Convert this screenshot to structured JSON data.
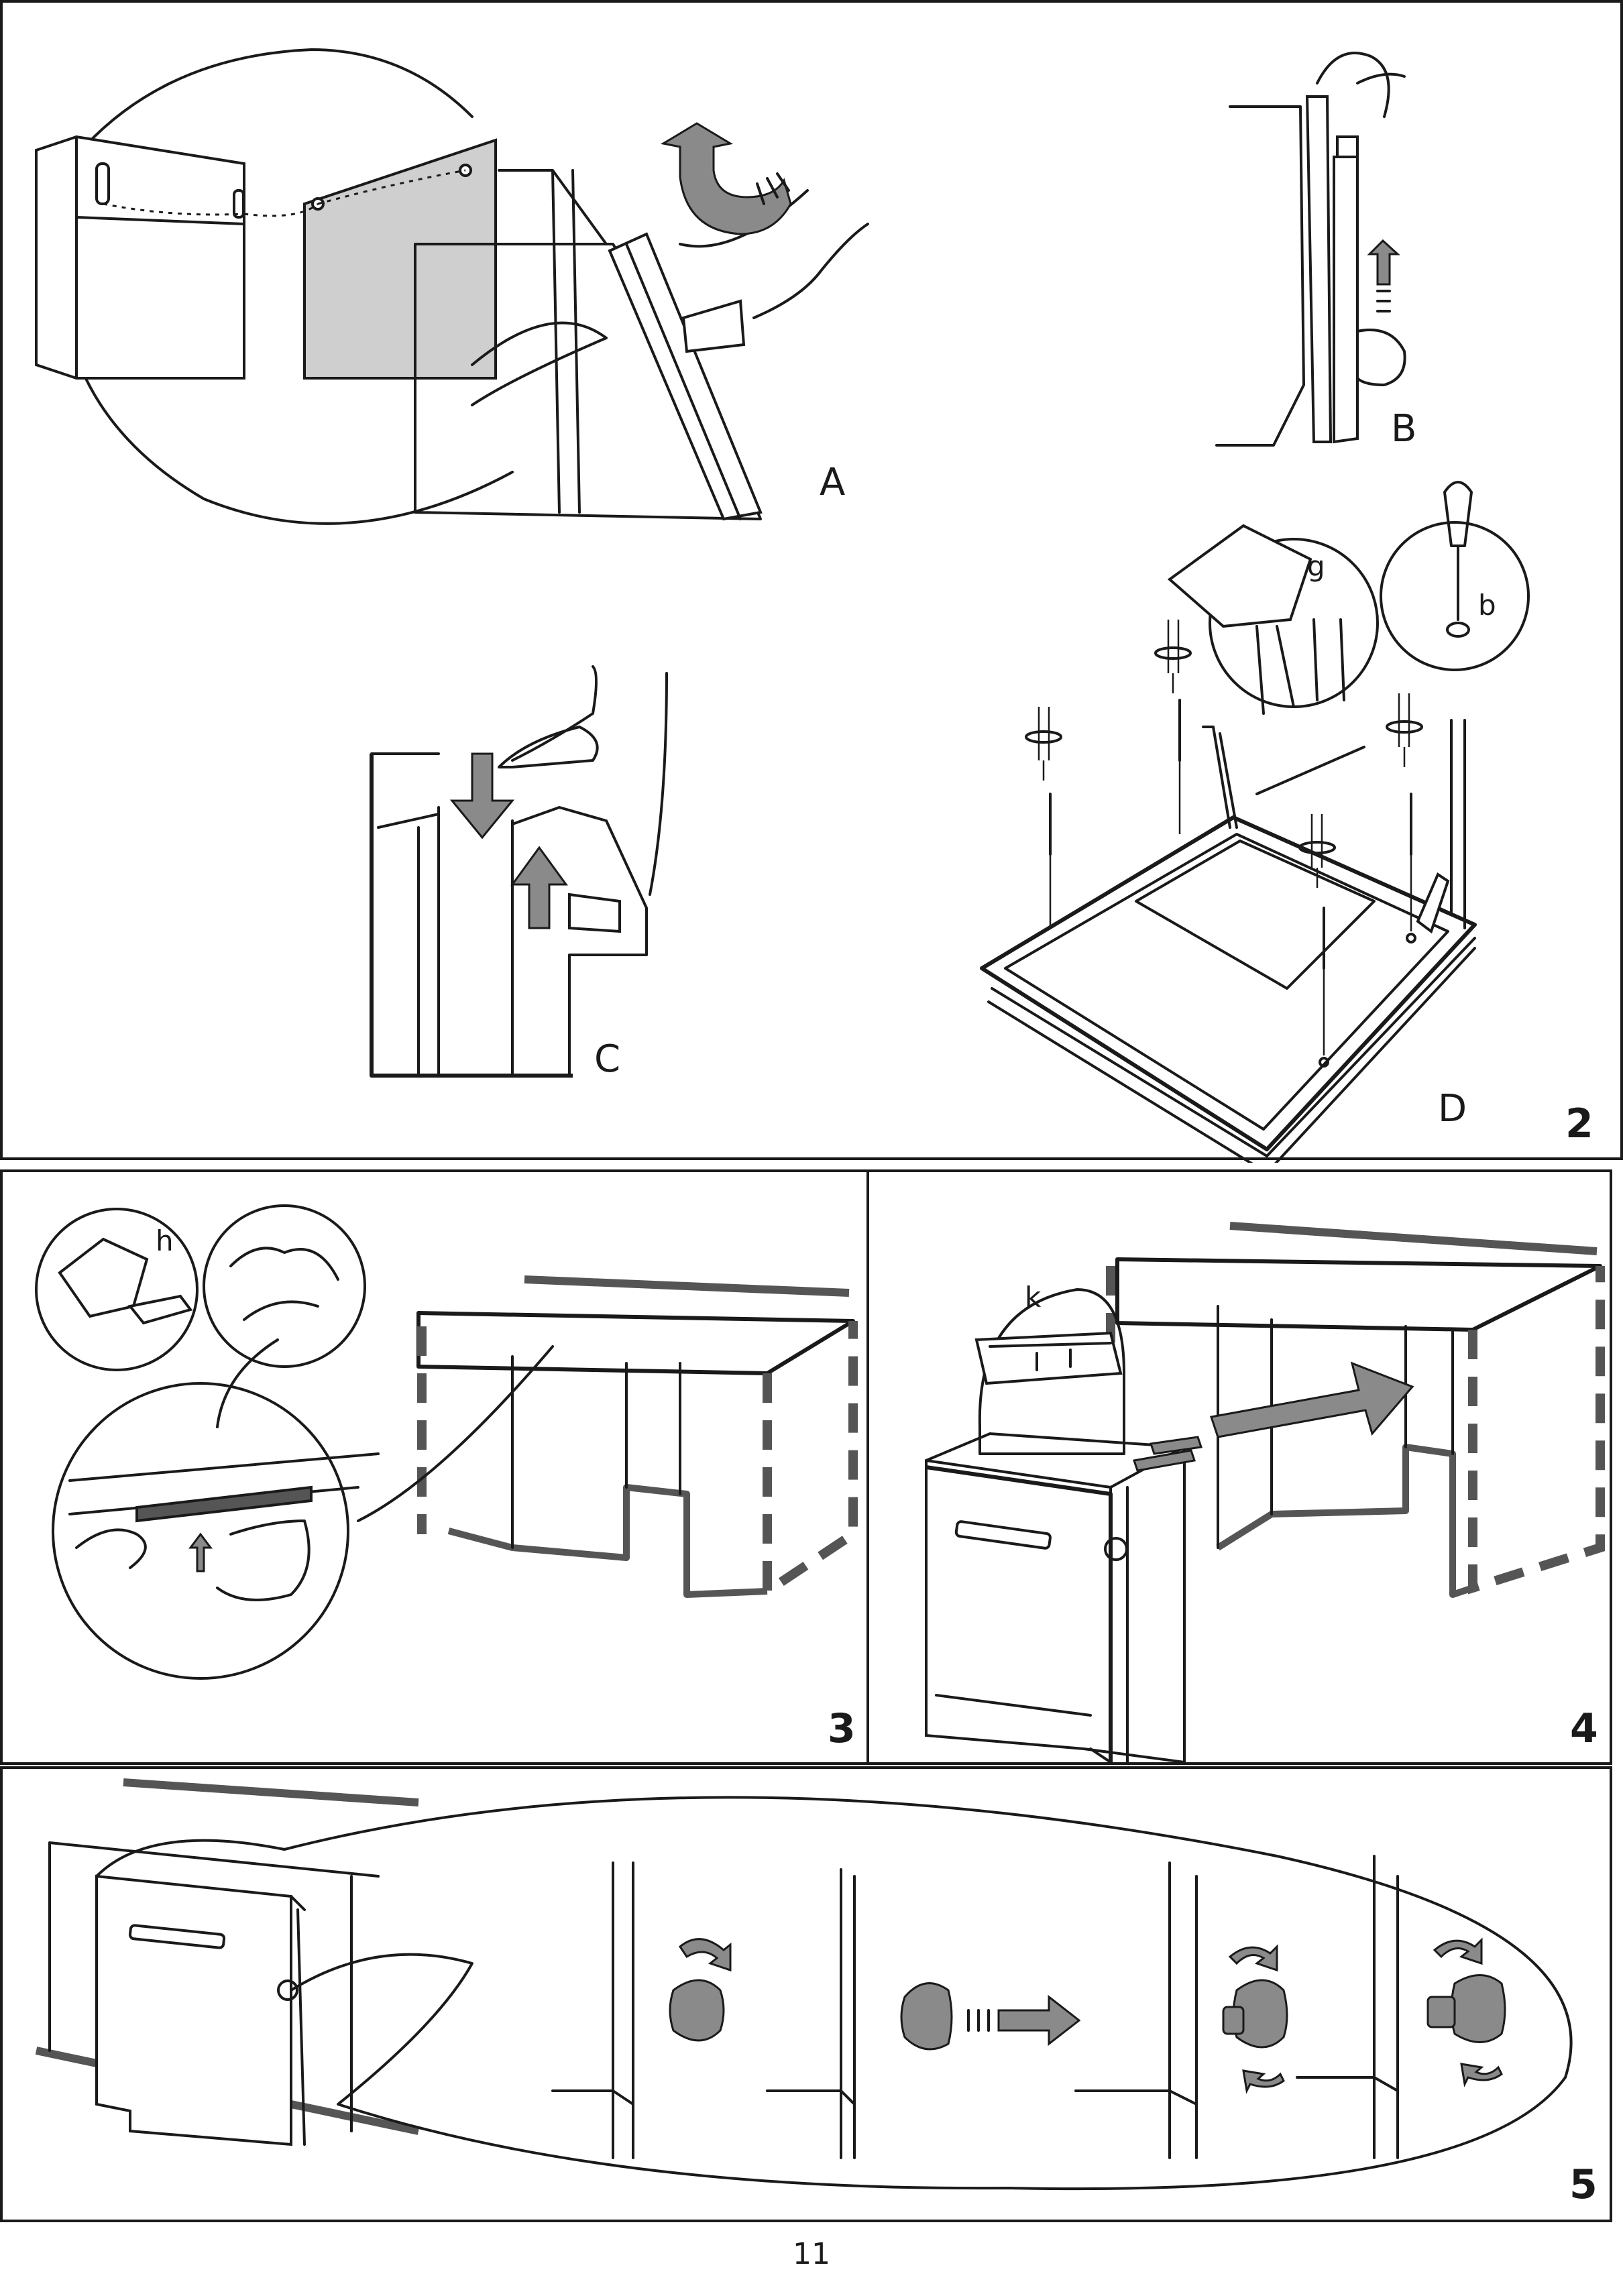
{
  "figures": {
    "step2": {
      "number": "2",
      "labels": {
        "a": "A",
        "b": "B",
        "c": "C",
        "d": "D"
      },
      "callouts": {
        "g": "g",
        "b": "b"
      }
    },
    "step3": {
      "number": "3",
      "callouts": {
        "h": "h"
      }
    },
    "step4": {
      "number": "4",
      "callouts": {
        "k": "k"
      }
    },
    "step5": {
      "number": "5"
    }
  },
  "page_number": "11",
  "colors": {
    "line": "#1a1a1a",
    "arrow_grey": "#8a8a8a",
    "panel_grey": "#cfcfcf",
    "dashed": "#555555"
  }
}
